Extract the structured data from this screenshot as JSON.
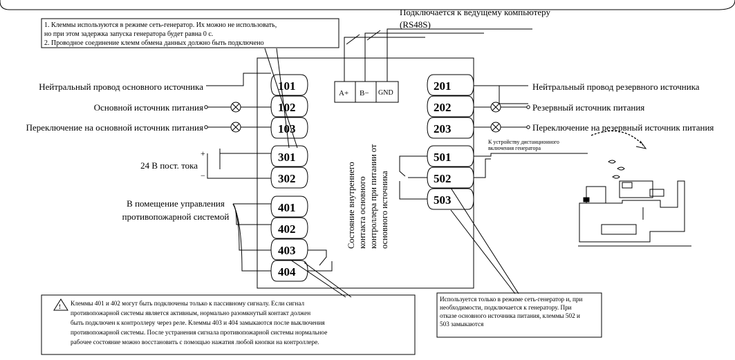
{
  "note_top": {
    "line1": "1. Клеммы используются в режиме сеть-генератор. Их можно не использовать,",
    "line2": "но при этом задержка запуска генератора будет равна 0 с.",
    "line3": "2. Проводное соединение клемм обмена данных должно быть подключено"
  },
  "host": {
    "line1": "Подключается к ведущему компьютеру",
    "line2": "(RS48S)"
  },
  "rs485": {
    "a": "A+",
    "b": "B−",
    "gnd": "GND"
  },
  "terminals_left": [
    "101",
    "102",
    "103",
    "301",
    "302",
    "401",
    "402",
    "403",
    "404"
  ],
  "terminals_right": [
    "201",
    "202",
    "203",
    "501",
    "502",
    "503"
  ],
  "left_labels": {
    "neutral_main": "Нейтральный провод основного источника",
    "main_supply": "Основной источник питания",
    "switch_main": "Переключение на основной источник питания",
    "dc24": "24 В пост. тока",
    "plus": "+",
    "minus": "−",
    "fire_line1": "В помещение управления",
    "fire_line2": "противопожарной системой"
  },
  "right_labels": {
    "neutral_reserve": "Нейтральный провод резервного источника",
    "reserve_supply": "Резервный источник питания",
    "switch_reserve": "Переключение на резервный источник питания",
    "remote_line1": "К устройству дистанционного",
    "remote_line2": "включения генератора"
  },
  "vertical_caption": [
    "Состояние внутреннего",
    "контакта основного",
    "контроллера при питании от",
    "основного источника"
  ],
  "note_fire": {
    "warning": "!",
    "lines": [
      "Клеммы 401 и 402 могут быть подключены только к пассивному сигналу. Если сигнал",
      "противопожарной системы является активным, нормально разомкнутый контакт должен",
      "быть подключен к контроллеру через реле. Клеммы 403 и 404 замыкаются после выключения",
      "противопожарной системы. После устранения сигнала противопожарной системы нормальное",
      "рабочее состояние можно восстановить с помощью нажатия любой кнопки на контроллере."
    ]
  },
  "note_generator": {
    "lines": [
      "Используется только в режиме сеть-генератор и, при",
      "необходимости, подключается к генератору. При",
      "отказе основного источника питания, клеммы 502 и",
      "503 замыкаются"
    ]
  }
}
